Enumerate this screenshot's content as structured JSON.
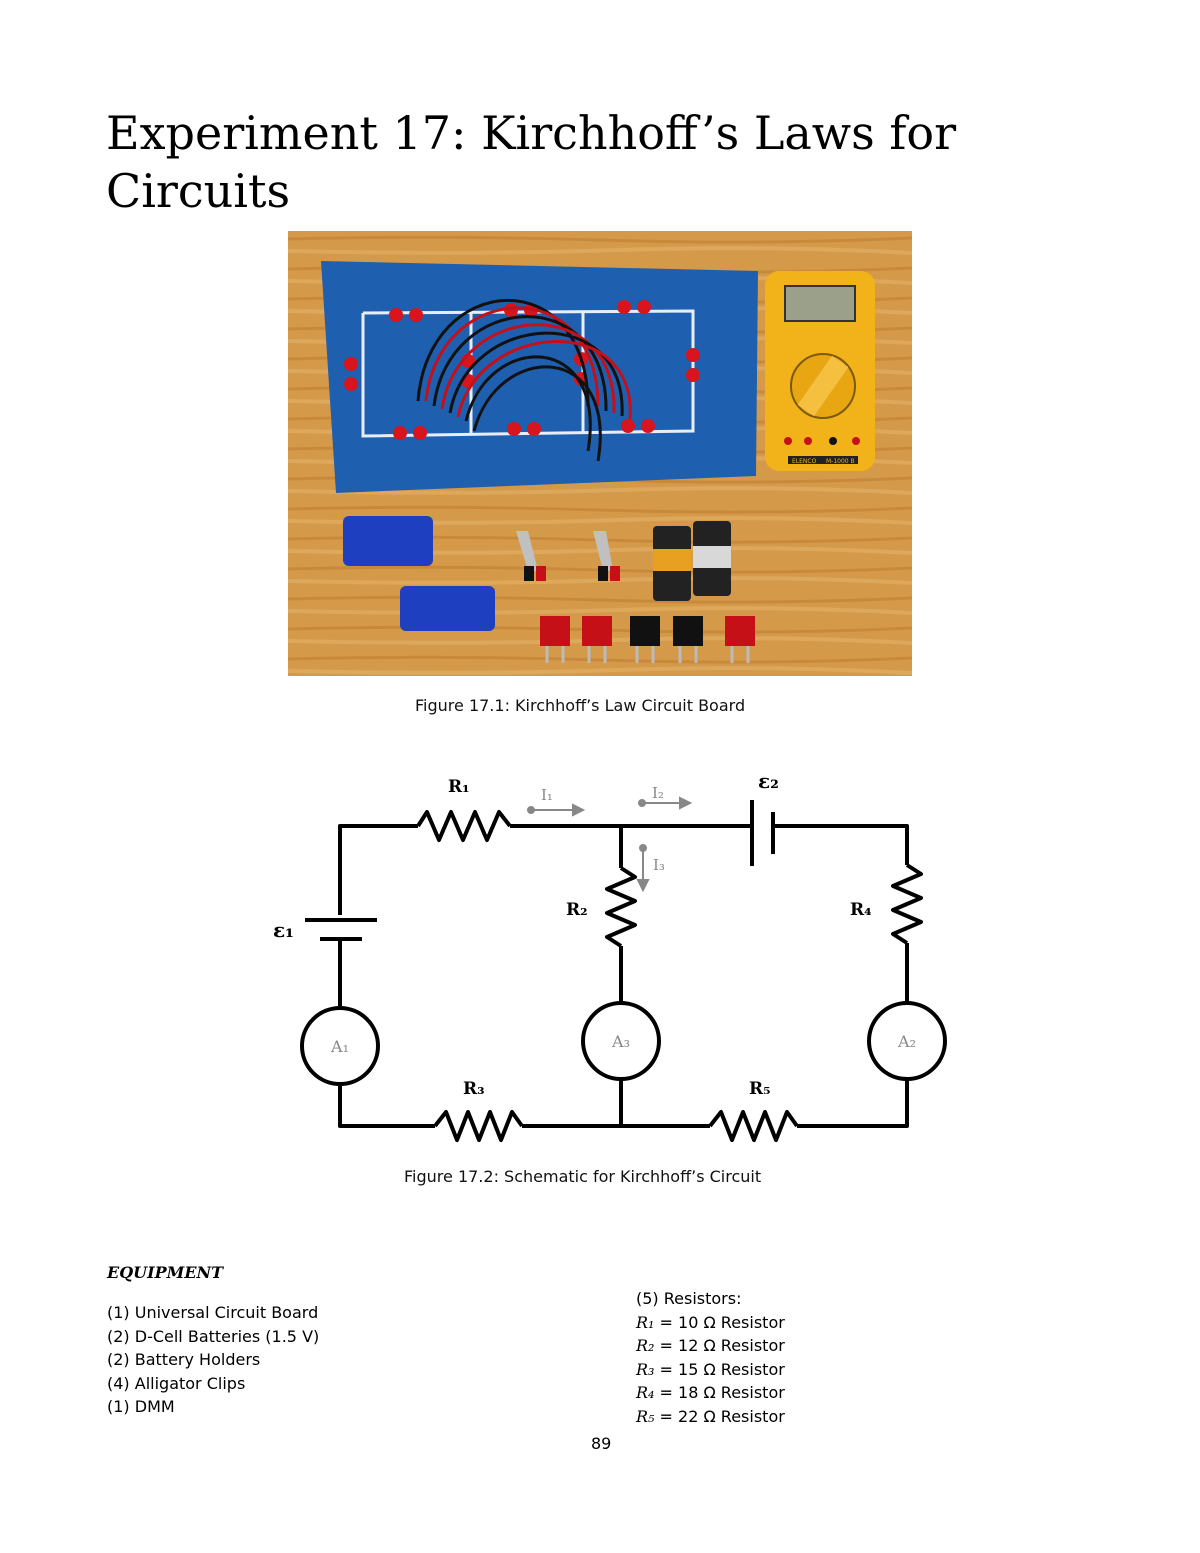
{
  "title": "Experiment 17: Kirchhoff’s Laws for Circuits",
  "figure1": {
    "caption": "Figure 17.1: Kirchhoff’s Law Circuit Board",
    "meter_brand": "ELENCO",
    "meter_model": "M-1000 B"
  },
  "figure2": {
    "caption": "Figure 17.2: Schematic for Kirchhoff’s Circuit",
    "labels": {
      "R1": "R₁",
      "R2": "R₂",
      "R3": "R₃",
      "R4": "R₄",
      "R5": "R₅",
      "E1": "ε₁",
      "E2": "ε₂",
      "I1": "I₁",
      "I2": "I₂",
      "I3": "I₃",
      "A1": "A₁",
      "A2": "A₂",
      "A3": "A₃"
    }
  },
  "equipment": {
    "heading": "EQUIPMENT",
    "items": [
      "(1) Universal Circuit Board",
      "(2) D-Cell Batteries (1.5 V)",
      "(2) Battery Holders",
      "(4) Alligator Clips",
      "(1) DMM"
    ],
    "resistors_heading": "(5) Resistors:",
    "resistors": [
      {
        "symbol": "R₁",
        "value": " = 10 Ω Resistor"
      },
      {
        "symbol": "R₂",
        "value": " = 12 Ω Resistor"
      },
      {
        "symbol": "R₃",
        "value": " = 15 Ω Resistor"
      },
      {
        "symbol": "R₄",
        "value": " = 18 Ω Resistor"
      },
      {
        "symbol": "R₅",
        "value": " = 22 Ω Resistor"
      }
    ]
  },
  "page_number": "89"
}
